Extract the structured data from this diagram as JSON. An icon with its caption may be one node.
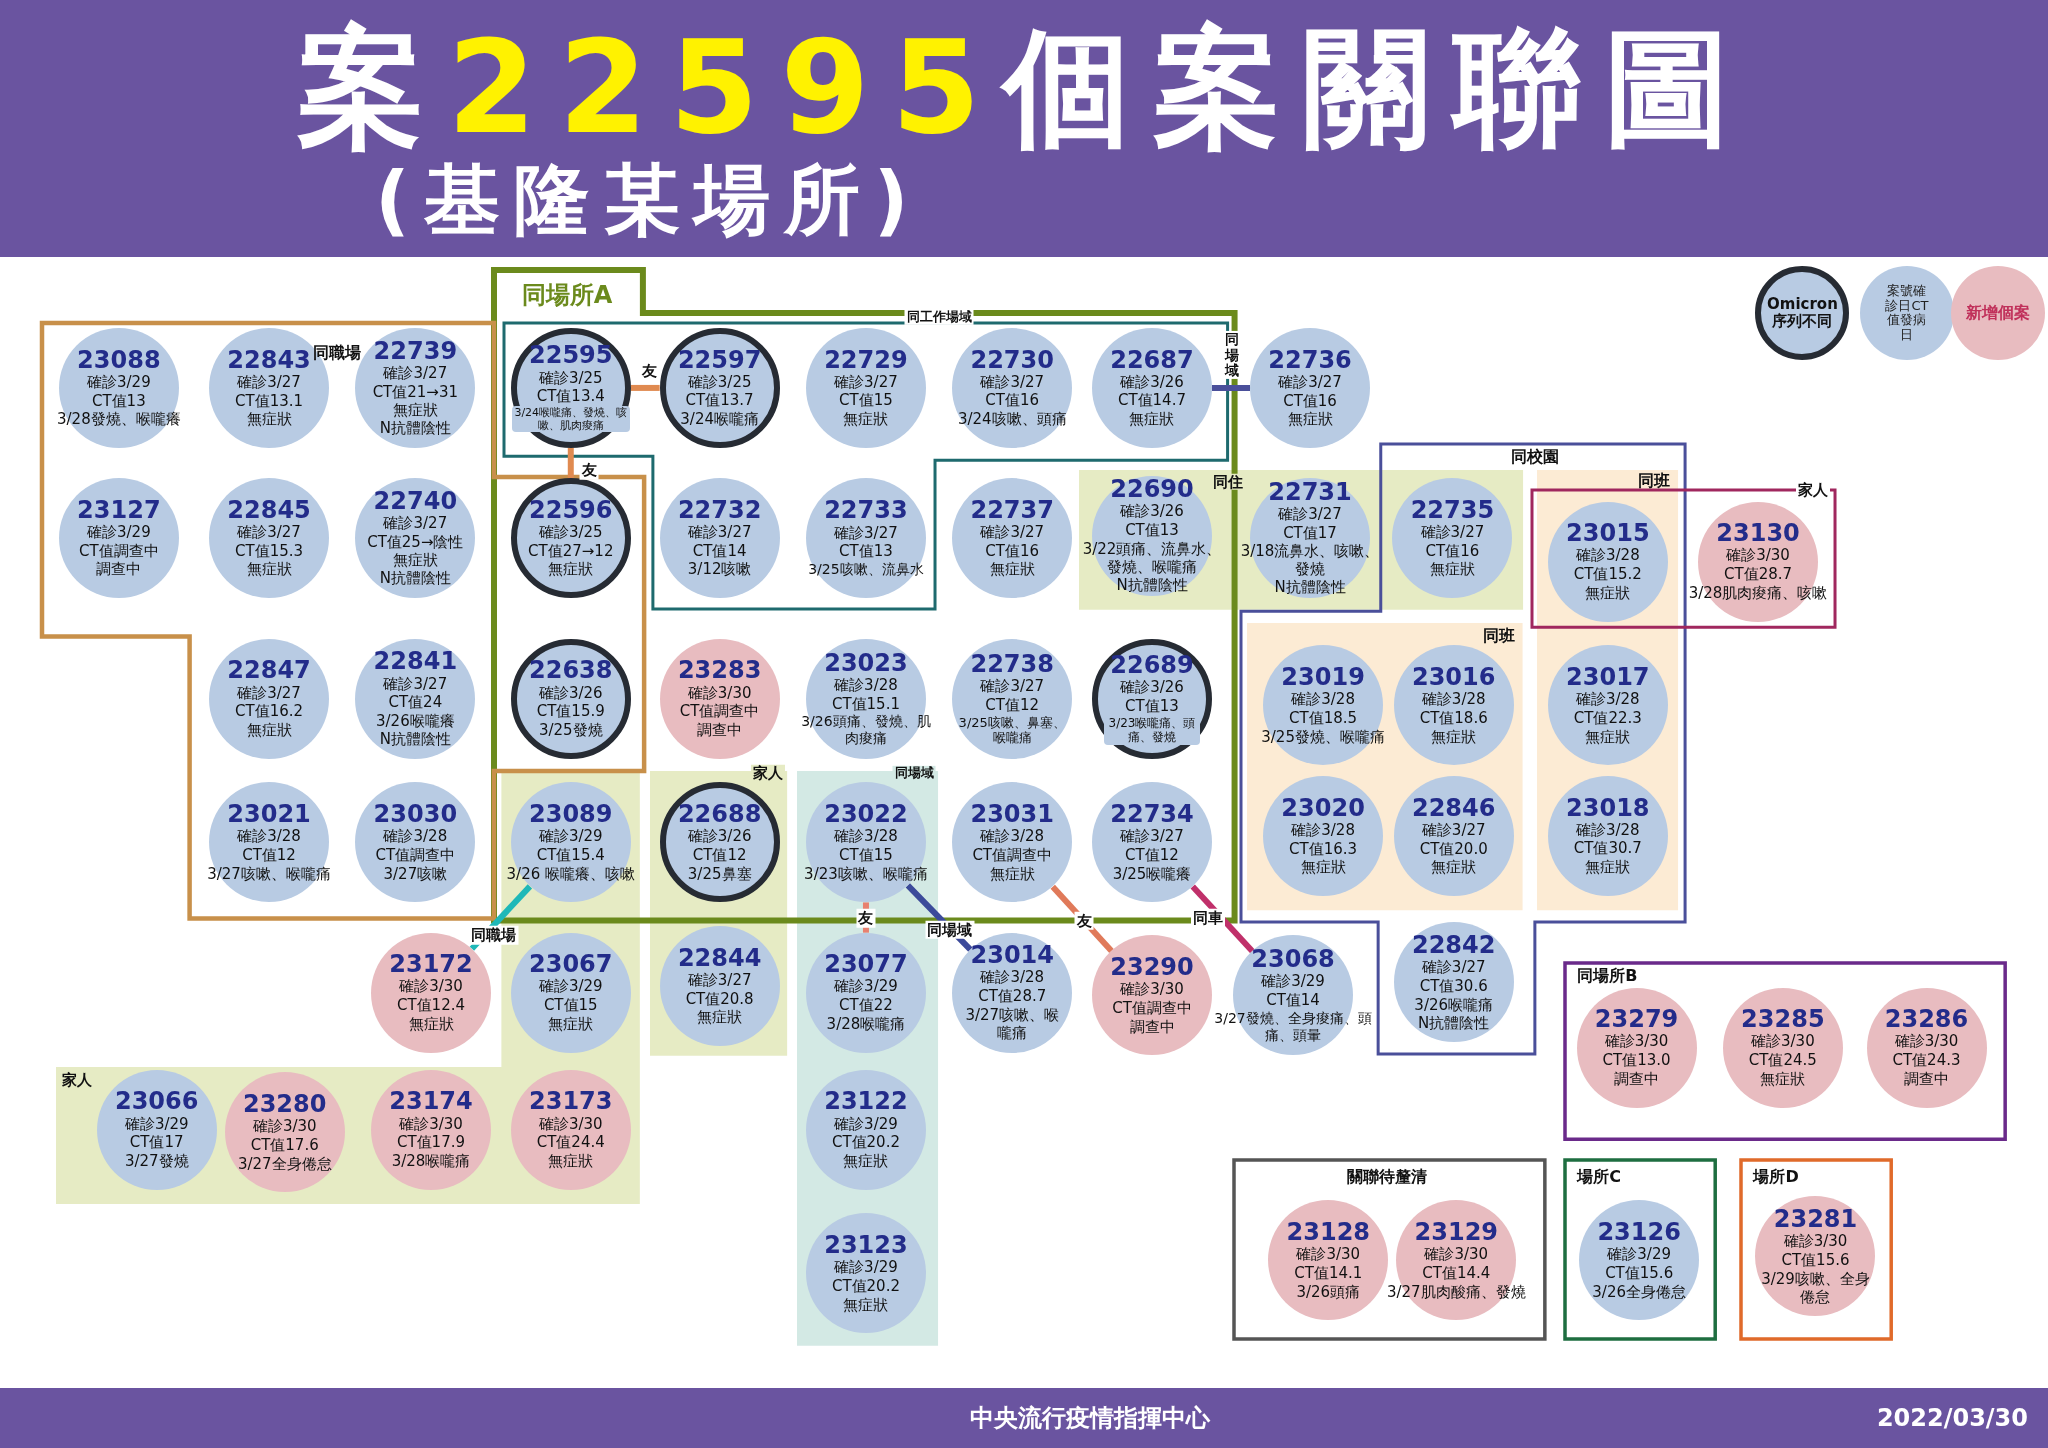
{
  "diagram": {
    "title": "案**22595**個案關聯圖",
    "nodes": [
      {
        "text": [
          "同場所A"
        ]
      },
      {
        "text": [
          "同工作場域"
        ],
        "in": 0
      },
      {
        "text": [
          "同職場"
        ]
      },
      {
        "text": [
          "家人"
        ]
      },
      {
        "text": [
          "家人"
        ]
      },
      {
        "text": [
          "同場域"
        ]
      },
      {
        "text": [
          "同住"
        ]
      },
      {
        "text": [
          "同校園"
        ]
      },
      {
        "text": [
          "同班"
        ],
        "in": 7
      },
      {
        "text": [
          "同班"
        ],
        "in": 7
      },
      {
        "text": [
          "家人"
        ]
      },
      {
        "text": [
          "同場所B"
        ]
      },
      {
        "text": [
          "關聯待釐清"
        ]
      },
      {
        "text": [
          "場所C"
        ]
      },
      {
        "text": [
          "場所D"
        ]
      },
      {
        "text": [
          "23088",
          "確診3/29",
          "CT值13",
          "3/28發燒、喉嚨癢"
        ],
        "in": 2
      },
      {
        "text": [
          "22843",
          "確診3/27",
          "CT值13.1",
          "無症狀"
        ],
        "in": 2
      },
      {
        "text": [
          "22739",
          "確診3/27",
          "CT值21→31",
          "無症狀",
          "N抗體陰性"
        ],
        "in": 2
      },
      {
        "text": [
          "22595",
          "確診3/25",
          "CT值13.4",
          "3/24喉嚨痛、發燒、咳嗽、肌肉痠痛"
        ],
        "in": 1
      },
      {
        "text": [
          "22597",
          "確診3/25",
          "CT值13.7",
          "3/24喉嚨痛"
        ],
        "in": 1
      },
      {
        "text": [
          "22729",
          "確診3/27",
          "CT值15",
          "無症狀"
        ],
        "in": 1
      },
      {
        "text": [
          "22730",
          "確診3/27",
          "CT值16",
          "3/24咳嗽、頭痛"
        ],
        "in": 1
      },
      {
        "text": [
          "22687",
          "確診3/26",
          "CT值14.7",
          "無症狀"
        ],
        "in": 1
      },
      {
        "text": [
          "22736",
          "確診3/27",
          "CT值16",
          "無症狀"
        ]
      },
      {
        "text": [
          "23127",
          "確診3/29",
          "CT值調查中",
          "調查中"
        ],
        "in": 2
      },
      {
        "text": [
          "22845",
          "確診3/27",
          "CT值15.3",
          "無症狀"
        ],
        "in": 2
      },
      {
        "text": [
          "22740",
          "確診3/27",
          "CT值25→陰性",
          "無症狀",
          "N抗體陰性"
        ],
        "in": 2
      },
      {
        "text": [
          "22596",
          "確診3/25",
          "CT值27→12",
          "無症狀"
        ]
      },
      {
        "text": [
          "22732",
          "確診3/27",
          "CT值14",
          "3/12咳嗽"
        ],
        "in": 1
      },
      {
        "text": [
          "22733",
          "確診3/27",
          "CT值13",
          "3/25咳嗽、流鼻水"
        ],
        "in": 1
      },
      {
        "text": [
          "22737",
          "確診3/27",
          "CT值16",
          "無症狀"
        ],
        "in": 0
      },
      {
        "text": [
          "22690",
          "確診3/26",
          "CT值13",
          "3/22頭痛、流鼻水、發燒、喉嚨痛",
          "N抗體陰性"
        ]
      },
      {
        "text": [
          "22731",
          "確診3/27",
          "CT值17",
          "3/18流鼻水、咳嗽、發燒",
          "N抗體陰性"
        ],
        "in": 6
      },
      {
        "text": [
          "22735",
          "確診3/27",
          "CT值16",
          "無症狀"
        ]
      },
      {
        "text": [
          "23015",
          "確診3/28",
          "CT值15.2",
          "無症狀"
        ]
      },
      {
        "text": [
          "23130",
          "確診3/30",
          "CT值28.7",
          "3/28肌肉痠痛、咳嗽"
        ],
        "in": 10
      },
      {
        "text": [
          "22847",
          "確診3/27",
          "CT值16.2",
          "無症狀"
        ],
        "in": 2
      },
      {
        "text": [
          "22841",
          "確診3/27",
          "CT值24",
          "3/26喉嚨癢",
          "N抗體陰性"
        ],
        "in": 2
      },
      {
        "text": [
          "22638",
          "確診3/26",
          "CT值15.9",
          "3/25發燒"
        ]
      },
      {
        "text": [
          "23283",
          "確診3/30",
          "CT值調查中",
          "調查中"
        ],
        "in": 0
      },
      {
        "text": [
          "23023",
          "確診3/28",
          "CT值15.1",
          "3/26頭痛、發燒、肌肉痠痛"
        ],
        "in": 0
      },
      {
        "text": [
          "22738",
          "確診3/27",
          "CT值12",
          "3/25咳嗽、鼻塞、喉嚨痛"
        ],
        "in": 0
      },
      {
        "text": [
          "22689",
          "確診3/26",
          "CT值13",
          "3/23喉嚨痛、頭痛、發燒"
        ],
        "in": 0
      },
      {
        "text": [
          "23019",
          "確診3/28",
          "CT值18.5",
          "3/25發燒、喉嚨痛"
        ],
        "in": 8
      },
      {
        "text": [
          "23016",
          "確診3/28",
          "CT值18.6",
          "無症狀"
        ],
        "in": 8
      },
      {
        "text": [
          "23017",
          "確診3/28",
          "CT值22.3",
          "無症狀"
        ],
        "in": 9
      },
      {
        "text": [
          "23021",
          "確診3/28",
          "CT值12",
          "3/27咳嗽、喉嚨痛"
        ],
        "in": 2
      },
      {
        "text": [
          "23030",
          "確診3/28",
          "CT值調查中",
          "3/27咳嗽"
        ],
        "in": 2
      },
      {
        "text": [
          "23089",
          "確診3/29",
          "CT值15.4",
          "3/26 喉嚨癢、咳嗽"
        ]
      },
      {
        "text": [
          "22688",
          "確診3/26",
          "CT值12",
          "3/25鼻塞"
        ]
      },
      {
        "text": [
          "23022",
          "確診3/28",
          "CT值15",
          "3/23咳嗽、喉嚨痛"
        ]
      },
      {
        "text": [
          "23031",
          "確診3/28",
          "CT值調查中",
          "無症狀"
        ],
        "in": 0
      },
      {
        "text": [
          "22734",
          "確診3/27",
          "CT值12",
          "3/25喉嚨癢"
        ],
        "in": 0
      },
      {
        "text": [
          "23020",
          "確診3/28",
          "CT值16.3",
          "無症狀"
        ],
        "in": 8
      },
      {
        "text": [
          "22846",
          "確診3/27",
          "CT值20.0",
          "無症狀"
        ],
        "in": 8
      },
      {
        "text": [
          "23018",
          "確診3/28",
          "CT值30.7",
          "無症狀"
        ],
        "in": 9
      },
      {
        "text": [
          "23172",
          "確診3/30",
          "CT值12.4",
          "無症狀"
        ]
      },
      {
        "text": [
          "23067",
          "確診3/29",
          "CT值15",
          "無症狀"
        ],
        "in": 3
      },
      {
        "text": [
          "22844",
          "確診3/27",
          "CT值20.8",
          "無症狀"
        ],
        "in": 4
      },
      {
        "text": [
          "23077",
          "確診3/29",
          "CT值22",
          "3/28喉嚨痛"
        ],
        "in": 5
      },
      {
        "text": [
          "23014",
          "確診3/28",
          "CT值28.7",
          "3/27咳嗽、喉嚨痛"
        ]
      },
      {
        "text": [
          "23290",
          "確診3/30",
          "CT值調查中",
          "調查中"
        ]
      },
      {
        "text": [
          "23068",
          "確診3/29",
          "CT值14",
          "3/27發燒、全身痠痛、頭痛、頭暈"
        ]
      },
      {
        "text": [
          "22842",
          "確診3/27",
          "CT值30.6",
          "3/26喉嚨痛",
          "N抗體陰性"
        ],
        "in": 7
      },
      {
        "text": [
          "23279",
          "確診3/30",
          "CT值13.0",
          "調查中"
        ],
        "in": 11
      },
      {
        "text": [
          "23285",
          "確診3/30",
          "CT值24.5",
          "無症狀"
        ],
        "in": 11
      },
      {
        "text": [
          "23286",
          "確診3/30",
          "CT值24.3",
          "調查中"
        ],
        "in": 11
      },
      {
        "text": [
          "23066",
          "確診3/29",
          "CT值17",
          "3/27發燒"
        ],
        "in": 3
      },
      {
        "text": [
          "23280",
          "確診3/30",
          "CT值17.6",
          "3/27全身倦怠"
        ],
        "in": 3
      },
      {
        "text": [
          "23174",
          "確診3/30",
          "CT值17.9",
          "3/28喉嚨痛"
        ],
        "in": 3
      },
      {
        "text": [
          "23173",
          "確診3/30",
          "CT值24.4",
          "無症狀"
        ],
        "in": 3
      },
      {
        "text": [
          "23122",
          "確診3/29",
          "CT值20.2",
          "無症狀"
        ],
        "in": 5
      },
      {
        "text": [
          "23123",
          "確診3/29",
          "CT值20.2",
          "無症狀"
        ],
        "in": 5
      },
      {
        "text": [
          "23128",
          "確診3/30",
          "CT值14.1",
          "3/26頭痛"
        ],
        "in": 12
      },
      {
        "text": [
          "23129",
          "確診3/30",
          "CT值14.4",
          "3/27肌肉酸痛、發燒"
        ],
        "in": 12
      },
      {
        "text": [
          "23126",
          "確診3/29",
          "CT值15.6",
          "3/26全身倦怠"
        ],
        "in": 13
      },
      {
        "text": [
          "23281",
          "確診3/30",
          "CT值15.6",
          "3/29咳嗽、全身倦怠"
        ],
        "in": 14
      }
    ],
    "edges": [
      {
        "from": 18,
        "to": 19,
        "arrow": "none",
        "label": "友",
        "color": "#e08a50"
      },
      {
        "from": 18,
        "to": 27,
        "arrow": "none",
        "label": "友",
        "color": "#e08a50"
      },
      {
        "from": 22,
        "to": 23,
        "arrow": "none",
        "label": "同場域",
        "color": "#4a4f9a"
      },
      {
        "from": 48,
        "to": 56,
        "arrow": "none",
        "label": "同職場",
        "color": "#1fb8b8"
      },
      {
        "from": 50,
        "to": 59,
        "arrow": "none",
        "label": "友",
        "color": "#e88070"
      },
      {
        "from": 50,
        "to": 60,
        "arrow": "none",
        "label": "同場域",
        "color": "#3c4a9a"
      },
      {
        "from": 51,
        "to": 61,
        "arrow": "none",
        "label": "友",
        "color": "#e07a5a"
      },
      {
        "from": 52,
        "to": 62,
        "arrow": "none",
        "label": "同車",
        "color": "#c0306a"
      }
    ],
    "labels": [
      "(基隆某場所)",
      "中央流行疫情指揮中心",
      "2022/03/30"
    ],
    "legend": [
      {
        "text": "Omicron序列不同"
      },
      {
        "text": "案號確診日CT值發病日",
        "color": "#b8cbe3"
      },
      {
        "text": "新增個案",
        "color": "#e8bcc0"
      }
    ]
  }
}
